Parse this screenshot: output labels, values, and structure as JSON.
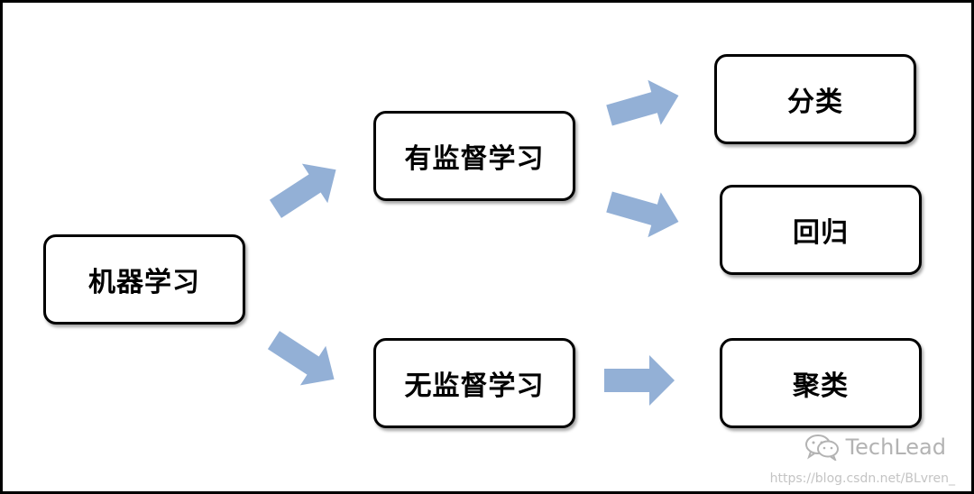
{
  "nodes": {
    "machine_learning": "机器学习",
    "supervised_learning": "有监督学习",
    "unsupervised_learning": "无监督学习",
    "classification": "分类",
    "regression": "回归",
    "clustering": "聚类"
  },
  "edges": [
    {
      "from": "机器学习",
      "to": "有监督学习"
    },
    {
      "from": "机器学习",
      "to": "无监督学习"
    },
    {
      "from": "有监督学习",
      "to": "分类"
    },
    {
      "from": "有监督学习",
      "to": "回归"
    },
    {
      "from": "无监督学习",
      "to": "聚类"
    }
  ],
  "watermark": {
    "brand": "TechLead",
    "url": "https://blog.csdn.net/BLvren_",
    "icon": "wechat-icon"
  },
  "colors": {
    "arrow": "#93b0d6",
    "border": "#000000",
    "background": "#ffffff"
  }
}
